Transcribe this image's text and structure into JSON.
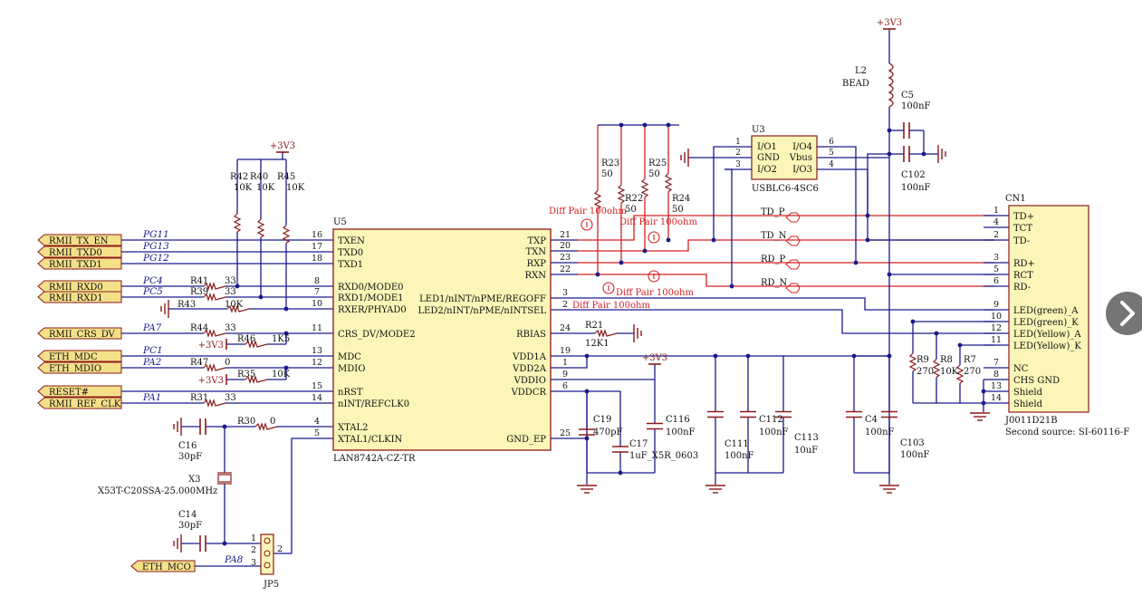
{
  "power": {
    "vcc": "+3V3"
  },
  "colors": {
    "wire": "#1a1a8c",
    "part": "#8b1a1a",
    "diffpair": "#d62020",
    "flag": "#f5e08a",
    "text": "#111111",
    "net": "#1a1a8c"
  },
  "left_ports": [
    {
      "label": "RMII_TX_EN",
      "net": "PG11"
    },
    {
      "label": "RMII_TXD0",
      "net": "PG13"
    },
    {
      "label": "RMII_TXD1",
      "net": "PG12"
    },
    {
      "label": "RMII_RXD0",
      "net": "PC4"
    },
    {
      "label": "RMII_RXD1",
      "net": "PC5"
    },
    {
      "label": "RMII_CRS_DV",
      "net": "PA7"
    },
    {
      "label": "ETH_MDC",
      "net": "PC1"
    },
    {
      "label": "ETH_MDIO",
      "net": "PA2"
    },
    {
      "label": "RESET#",
      "net": ""
    },
    {
      "label": "RMII_REF_CLK",
      "net": "PA1"
    }
  ],
  "u5": {
    "ref": "U5",
    "part": "LAN8742A-CZ-TR",
    "left_pins": [
      {
        "num": "16",
        "name": "TXEN"
      },
      {
        "num": "17",
        "name": "TXD0"
      },
      {
        "num": "18",
        "name": "TXD1"
      },
      {
        "num": "8",
        "name": "RXD0/MODE0"
      },
      {
        "num": "7",
        "name": "RXD1/MODE1"
      },
      {
        "num": "10",
        "name": "RXER/PHYAD0"
      },
      {
        "num": "11",
        "name": "CRS_DV/MODE2"
      },
      {
        "num": "13",
        "name": "MDC"
      },
      {
        "num": "12",
        "name": "MDIO"
      },
      {
        "num": "15",
        "name": "nRST"
      },
      {
        "num": "14",
        "name": "nINT/REFCLK0"
      },
      {
        "num": "4",
        "name": "XTAL2"
      },
      {
        "num": "5",
        "name": "XTAL1/CLKIN"
      }
    ],
    "right_pins": [
      {
        "num": "21",
        "name": "TXP"
      },
      {
        "num": "20",
        "name": "TXN"
      },
      {
        "num": "23",
        "name": "RXP"
      },
      {
        "num": "22",
        "name": "RXN"
      },
      {
        "num": "3",
        "name": "LED1/nINT/nPME/REGOFF"
      },
      {
        "num": "2",
        "name": "LED2/nINT/nPME/nINTSEL"
      },
      {
        "num": "24",
        "name": "RBIAS"
      },
      {
        "num": "19",
        "name": "VDD1A"
      },
      {
        "num": "1",
        "name": "VDD2A"
      },
      {
        "num": "9",
        "name": "VDDIO"
      },
      {
        "num": "6",
        "name": "VDDCR"
      },
      {
        "num": "25",
        "name": "GND_EP"
      }
    ]
  },
  "series_resistors": [
    {
      "ref": "R41",
      "val": "33"
    },
    {
      "ref": "R39",
      "val": "33"
    },
    {
      "ref": "R43",
      "val": "10K"
    },
    {
      "ref": "R44",
      "val": "33"
    },
    {
      "ref": "R46",
      "val": "1K5"
    },
    {
      "ref": "R47",
      "val": "0"
    },
    {
      "ref": "R35",
      "val": "10K"
    },
    {
      "ref": "R31",
      "val": "33"
    },
    {
      "ref": "R30",
      "val": "0"
    }
  ],
  "pullups": [
    {
      "ref": "R42",
      "val": "10K"
    },
    {
      "ref": "R40",
      "val": "10K"
    },
    {
      "ref": "R45",
      "val": "10K"
    }
  ],
  "term_resistors": [
    {
      "ref": "R23",
      "val": "50"
    },
    {
      "ref": "R22",
      "val": "50"
    },
    {
      "ref": "R25",
      "val": "50"
    },
    {
      "ref": "R24",
      "val": "50"
    }
  ],
  "rbias": {
    "ref": "R21",
    "val": "12K1"
  },
  "crystal": {
    "ref": "X3",
    "part": "X53T-C20SSA-25.000MHz",
    "c16_ref": "C16",
    "c16_val": "30pF",
    "c14_ref": "C14",
    "c14_val": "30pF"
  },
  "jumper": {
    "ref": "JP5",
    "net_label": "ETH_MCO",
    "net": "PA8",
    "pins": [
      "1",
      "2",
      "3"
    ],
    "pin_out": "2"
  },
  "caps": [
    {
      "ref": "C19",
      "val": "470pF"
    },
    {
      "ref": "C17",
      "val": "1uF_X5R_0603"
    },
    {
      "ref": "C116",
      "val": "100nF"
    },
    {
      "ref": "C111",
      "val": "100nF"
    },
    {
      "ref": "C112",
      "val": "100nF"
    },
    {
      "ref": "C113",
      "val": "10uF"
    },
    {
      "ref": "C4",
      "val": "100nF"
    },
    {
      "ref": "C103",
      "val": "100nF"
    },
    {
      "ref": "C5",
      "val": "100nF"
    },
    {
      "ref": "C102",
      "val": "100nF"
    }
  ],
  "bead": {
    "ref": "L2",
    "val": "BEAD"
  },
  "u3": {
    "ref": "U3",
    "part": "USBLC6-4SC6",
    "pins_left": [
      {
        "num": "1",
        "name": "I/O1"
      },
      {
        "num": "2",
        "name": "GND"
      },
      {
        "num": "3",
        "name": "I/O2"
      }
    ],
    "pins_right": [
      {
        "num": "6",
        "name": "I/O4"
      },
      {
        "num": "5",
        "name": "Vbus"
      },
      {
        "num": "4",
        "name": "I/O3"
      }
    ]
  },
  "diff_pair_text": "Diff Pair 100ohm",
  "diff_nets": [
    "TD_P",
    "TD_N",
    "RD_P",
    "RD_N"
  ],
  "cn1": {
    "ref": "CN1",
    "part": "J0011D21B",
    "second_source": "Second source: SI-60116-F",
    "pins": [
      {
        "num": "1",
        "name": "TD+"
      },
      {
        "num": "4",
        "name": "TCT"
      },
      {
        "num": "2",
        "name": "TD-"
      },
      {
        "num": "3",
        "name": "RD+"
      },
      {
        "num": "5",
        "name": "RCT"
      },
      {
        "num": "6",
        "name": "RD-"
      },
      {
        "num": "9",
        "name": "LED(green)_A"
      },
      {
        "num": "10",
        "name": "LED(green)_K"
      },
      {
        "num": "12",
        "name": "LED(Yellow)_A"
      },
      {
        "num": "11",
        "name": "LED(Yellow)_K"
      },
      {
        "num": "7",
        "name": "NC"
      },
      {
        "num": "8",
        "name": "CHS GND"
      },
      {
        "num": "13",
        "name": "Shield"
      },
      {
        "num": "14",
        "name": "Shield"
      }
    ]
  },
  "led_resistors": [
    {
      "ref": "R9",
      "val": "270"
    },
    {
      "ref": "R8",
      "val": "10K"
    },
    {
      "ref": "R7",
      "val": "270"
    }
  ],
  "nav": {
    "icon": "chevron-right-icon"
  }
}
